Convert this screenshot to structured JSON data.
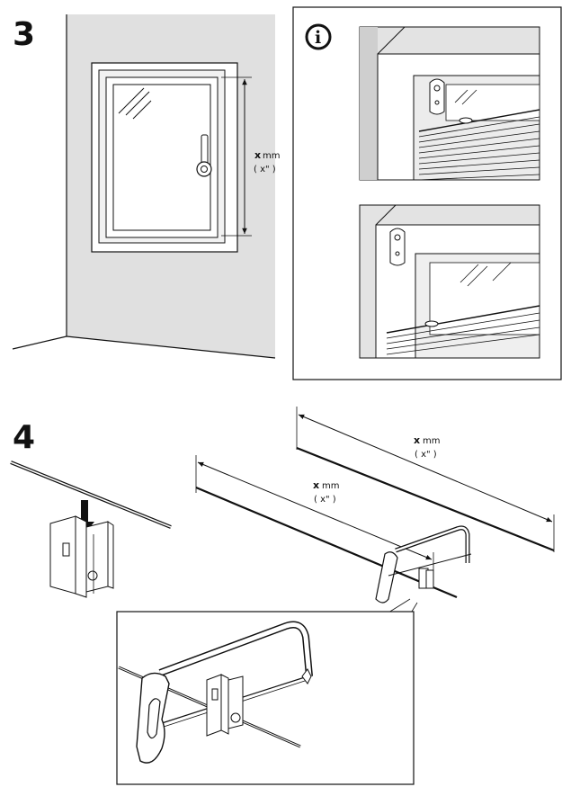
{
  "steps": {
    "step3": {
      "number": "3",
      "dimension": {
        "value": "x",
        "unit": "mm",
        "imperial": "( x\" )"
      }
    },
    "info": {
      "symbol": "i"
    },
    "step4": {
      "number": "4",
      "dimension_long": {
        "value": "x",
        "unit": "mm",
        "imperial": "( x\" )"
      },
      "dimension_short": {
        "value": "x",
        "unit": "mm",
        "imperial": "( x\" )"
      }
    }
  }
}
